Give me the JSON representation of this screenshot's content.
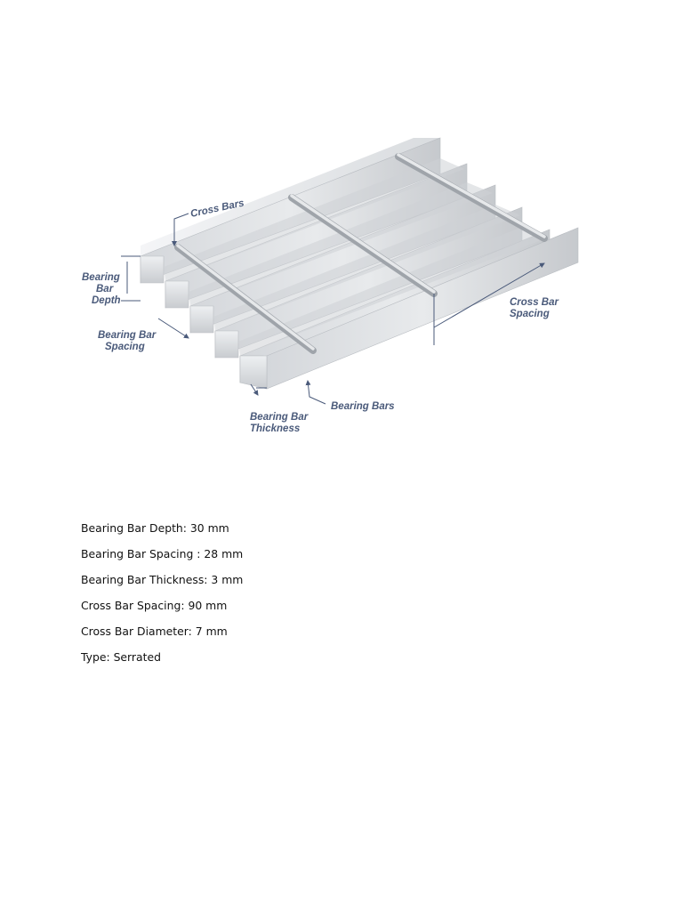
{
  "diagram": {
    "labels": {
      "cross_bars": "Cross Bars",
      "bearing_bar_depth": [
        "Bearing",
        "Bar",
        "Depth"
      ],
      "bearing_bar_spacing": [
        "Bearing Bar",
        "Spacing"
      ],
      "cross_bar_spacing": [
        "Cross Bar",
        "Spacing"
      ],
      "bearing_bar_thickness": [
        "Bearing Bar",
        "Thickness"
      ],
      "bearing_bars": "Bearing Bars"
    }
  },
  "specs": [
    "Bearing Bar Depth: 30 mm",
    "Bearing Bar Spacing : 28 mm",
    "Bearing Bar Thickness: 3 mm",
    "Cross Bar Spacing: 90 mm",
    "Cross Bar Diameter: 7 mm",
    "Type: Serrated"
  ]
}
